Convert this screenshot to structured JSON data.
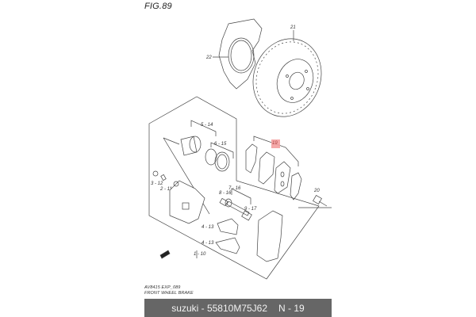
{
  "figure": {
    "title": "FIG.89",
    "caption_code": "AV8415 EXP_089",
    "caption_name": "FRONT WHEEL BRAKE"
  },
  "banner": {
    "brand": "suzuki",
    "part_number": "55810M75J62",
    "ref": "N - 19",
    "text": "suzuki - 55810M75J62",
    "highlight_color": "#f4a0a0",
    "background": "#666666"
  },
  "parts": [
    {
      "ref": "21",
      "name": "brake-disc"
    },
    {
      "ref": "22",
      "name": "dust-cover"
    },
    {
      "ref": "5 - 14",
      "name": "piston"
    },
    {
      "ref": "6 - 15",
      "name": "seal"
    },
    {
      "ref": "3 - 12",
      "name": "bleeder-cap"
    },
    {
      "ref": "2 - 11",
      "name": "bleeder-plug"
    },
    {
      "ref": "8 - 16",
      "name": "bolt"
    },
    {
      "ref": "7 - 16",
      "name": "pin"
    },
    {
      "ref": "9 - 17",
      "name": "boot"
    },
    {
      "ref": "4 - 13",
      "name": "pad-spring"
    },
    {
      "ref": "4 - 13",
      "name": "pad-spring"
    },
    {
      "ref": "1 - 10",
      "name": "caliper"
    },
    {
      "ref": "19",
      "name": "brake-pad-set",
      "highlighted": true
    },
    {
      "ref": "20",
      "name": "bolt"
    }
  ]
}
